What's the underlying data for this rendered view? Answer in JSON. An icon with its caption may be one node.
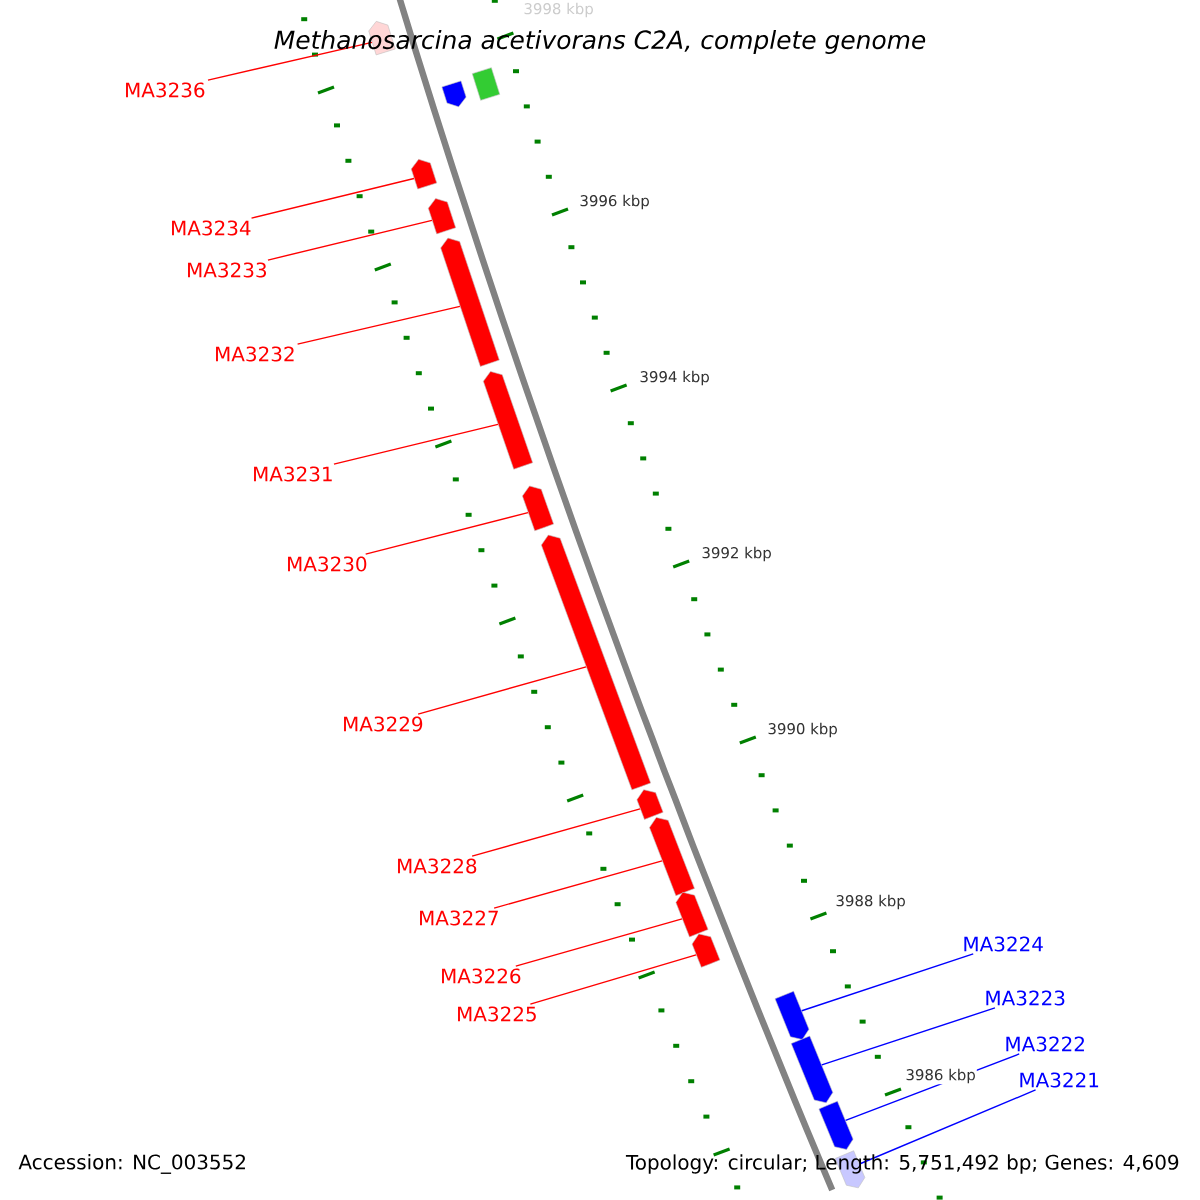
{
  "diagram": {
    "title": "Methanosarcina acetivorans C2A, complete genome",
    "nodes": [
      {
        "text": [
          "MA3236"
        ]
      },
      {
        "text": [
          "MA3234"
        ]
      },
      {
        "text": [
          "MA3233"
        ]
      },
      {
        "text": [
          "MA3232"
        ]
      },
      {
        "text": [
          "MA3231"
        ]
      },
      {
        "text": [
          "MA3230"
        ]
      },
      {
        "text": [
          "MA3229"
        ]
      },
      {
        "text": [
          "MA3228"
        ]
      },
      {
        "text": [
          "MA3227"
        ]
      },
      {
        "text": [
          "MA3226"
        ]
      },
      {
        "text": [
          "MA3225"
        ]
      },
      {
        "text": [
          "MA3224"
        ]
      },
      {
        "text": [
          "MA3223"
        ]
      },
      {
        "text": [
          "MA3222"
        ]
      },
      {
        "text": [
          "MA3221"
        ]
      },
      {
        "text": [],
        "shape": "pentagon"
      },
      {
        "text": [],
        "shape": "pentagon"
      },
      {
        "text": [],
        "shape": "box"
      },
      {
        "text": [],
        "shape": "pentagon"
      },
      {
        "text": [],
        "shape": "pentagon"
      },
      {
        "text": [],
        "shape": "pentagon"
      },
      {
        "text": [],
        "shape": "pentagon"
      },
      {
        "text": [],
        "shape": "pentagon"
      },
      {
        "text": [],
        "shape": "pentagon"
      },
      {
        "text": [],
        "shape": "pentagon"
      },
      {
        "text": [],
        "shape": "pentagon"
      },
      {
        "text": [],
        "shape": "pentagon"
      },
      {
        "text": [],
        "shape": "pentagon"
      },
      {
        "text": [],
        "shape": "pentagon"
      },
      {
        "text": [],
        "shape": "pentagon"
      },
      {
        "text": [],
        "shape": "pentagon"
      },
      {
        "text": [],
        "shape": "pentagon"
      }
    ],
    "edges": [
      {
        "from": 0,
        "to": 15,
        "arrow": "none"
      },
      {
        "from": 1,
        "to": 18,
        "arrow": "none"
      },
      {
        "from": 2,
        "to": 19,
        "arrow": "none"
      },
      {
        "from": 3,
        "to": 20,
        "arrow": "none"
      },
      {
        "from": 4,
        "to": 21,
        "arrow": "none"
      },
      {
        "from": 5,
        "to": 22,
        "arrow": "none"
      },
      {
        "from": 6,
        "to": 23,
        "arrow": "none"
      },
      {
        "from": 7,
        "to": 24,
        "arrow": "none"
      },
      {
        "from": 8,
        "to": 25,
        "arrow": "none"
      },
      {
        "from": 9,
        "to": 26,
        "arrow": "none"
      },
      {
        "from": 10,
        "to": 27,
        "arrow": "none"
      },
      {
        "from": 11,
        "to": 28,
        "arrow": "none",
        "color": "#0000ff"
      },
      {
        "from": 12,
        "to": 29,
        "arrow": "none",
        "color": "#0000ff"
      },
      {
        "from": 13,
        "to": 30,
        "arrow": "none",
        "color": "#0000ff"
      },
      {
        "from": 14,
        "to": 31,
        "arrow": "none",
        "color": "#0000ff"
      }
    ],
    "labels": [
      "3998 kbp",
      "3996 kbp",
      "3994 kbp",
      "3992 kbp",
      "3990 kbp",
      "3988 kbp",
      "3986 kbp",
      "Accession: NC_003552",
      "Topology: circular; Length: 5,751,492 bp; Genes: 4,609"
    ]
  }
}
